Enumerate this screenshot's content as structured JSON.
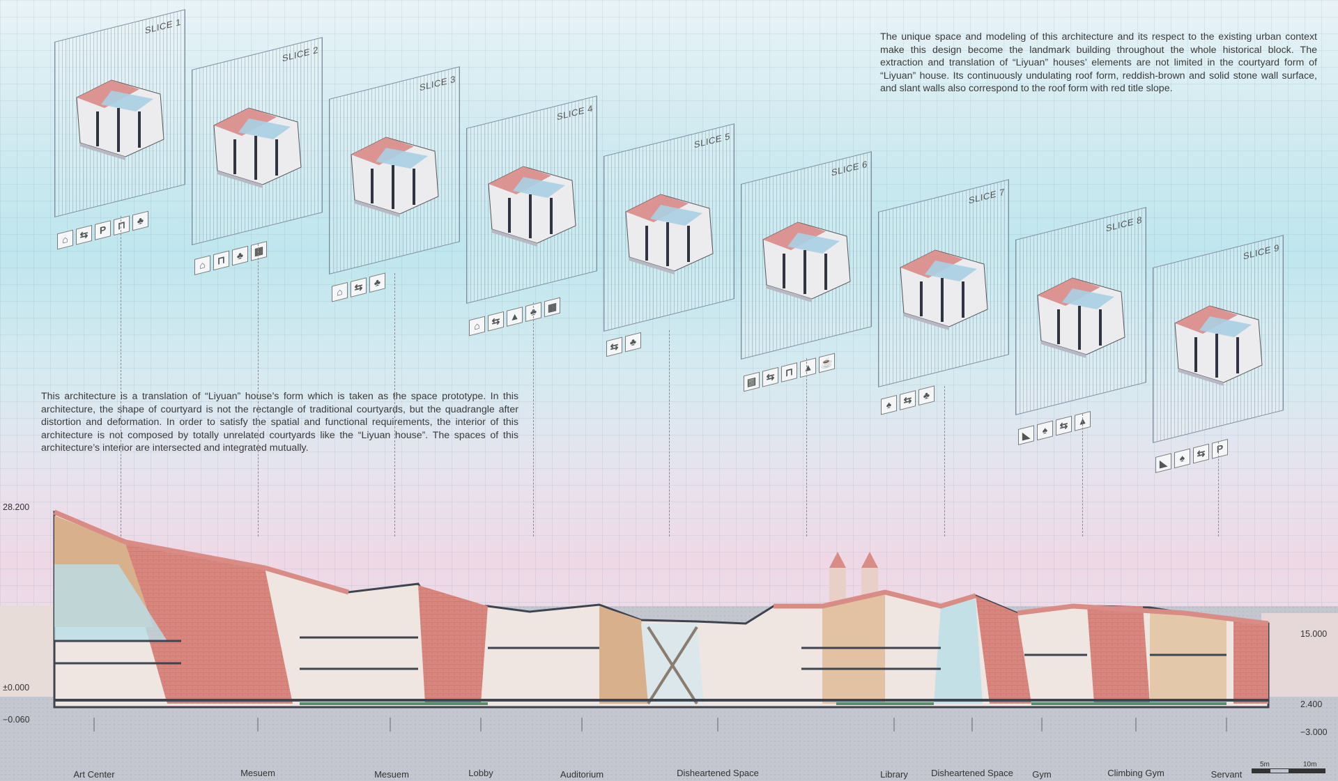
{
  "description_top": "The unique space and modeling of this architecture and its respect to the existing urban context make this design become the landmark building throughout the whole historical block. The extraction and translation of “Liyuan” houses’ elements are not limited in the courtyard form of “Liyuan” house. Its continuously undulating roof form, reddish-brown and solid stone wall surface, and slant walls also correspond to the roof form with red title slope.",
  "description_left": "This architecture is a translation of “Liyuan” house’s form which is taken as the space prototype. In this architecture, the shape of courtyard is not the rectangle of traditional courtyards, but the quadrangle after distortion and deformation. In order to satisfy the spatial and functional requirements, the interior of this architecture is not composed by totally unrelated courtyards like the “Liyuan house”. The spaces of this architecture’s interior are intersected and integrated mutually.",
  "slices": [
    {
      "label": "SLICE 1",
      "icons": [
        "museum-icon",
        "exchange-icon",
        "parking-icon",
        "bench-icon",
        "people-icon"
      ]
    },
    {
      "label": "SLICE 2",
      "icons": [
        "museum-icon",
        "bench-icon",
        "people-icon",
        "texture-icon"
      ]
    },
    {
      "label": "SLICE 3",
      "icons": [
        "museum-icon",
        "exchange-icon",
        "people-icon"
      ]
    },
    {
      "label": "SLICE 4",
      "icons": [
        "museum-icon",
        "exchange-icon",
        "stage-icon",
        "people-icon",
        "texture-icon"
      ]
    },
    {
      "label": "SLICE 5",
      "icons": [
        "exchange-icon",
        "people-icon"
      ]
    },
    {
      "label": "SLICE 6",
      "icons": [
        "book-icon",
        "exchange-icon",
        "bench-icon",
        "stage-icon",
        "cup-icon"
      ]
    },
    {
      "label": "SLICE 7",
      "icons": [
        "gym-icon",
        "exchange-icon",
        "people-icon"
      ]
    },
    {
      "label": "SLICE 8",
      "icons": [
        "climb-icon",
        "gym-icon",
        "exchange-icon",
        "stage-icon"
      ]
    },
    {
      "label": "SLICE 9",
      "icons": [
        "climb-icon",
        "gym-icon",
        "exchange-icon",
        "parking-icon"
      ]
    }
  ],
  "icon_glyphs": {
    "parking-icon": "P",
    "museum-icon": "⌂",
    "exchange-icon": "⇆",
    "bench-icon": "⊓",
    "people-icon": "♣",
    "texture-icon": "▦",
    "stage-icon": "▲",
    "book-icon": "▤",
    "cup-icon": "☕",
    "gym-icon": "♠",
    "climb-icon": "◣"
  },
  "colors": {
    "roof": "#d98b86",
    "wall": "#d4837c",
    "wood": "#d9b08c",
    "ground": "#bfc2cc",
    "glass": "#b9dfe8",
    "frame": "#3e4350"
  },
  "labels": [
    "Art Center",
    "Mesuem",
    "Mesuem",
    "Lobby",
    "Auditorium",
    "Disheartened Space",
    "Library",
    "Disheartened Space",
    "Gym",
    "Climbing Gym",
    "Servant"
  ],
  "elevations": {
    "top": "28.200",
    "zero": "±0.000",
    "minus_small": "−0.060",
    "right_high": "15.000",
    "right_mid": "2.400",
    "right_low": "−3.000"
  },
  "scale_labels": [
    "5m",
    "10m"
  ]
}
